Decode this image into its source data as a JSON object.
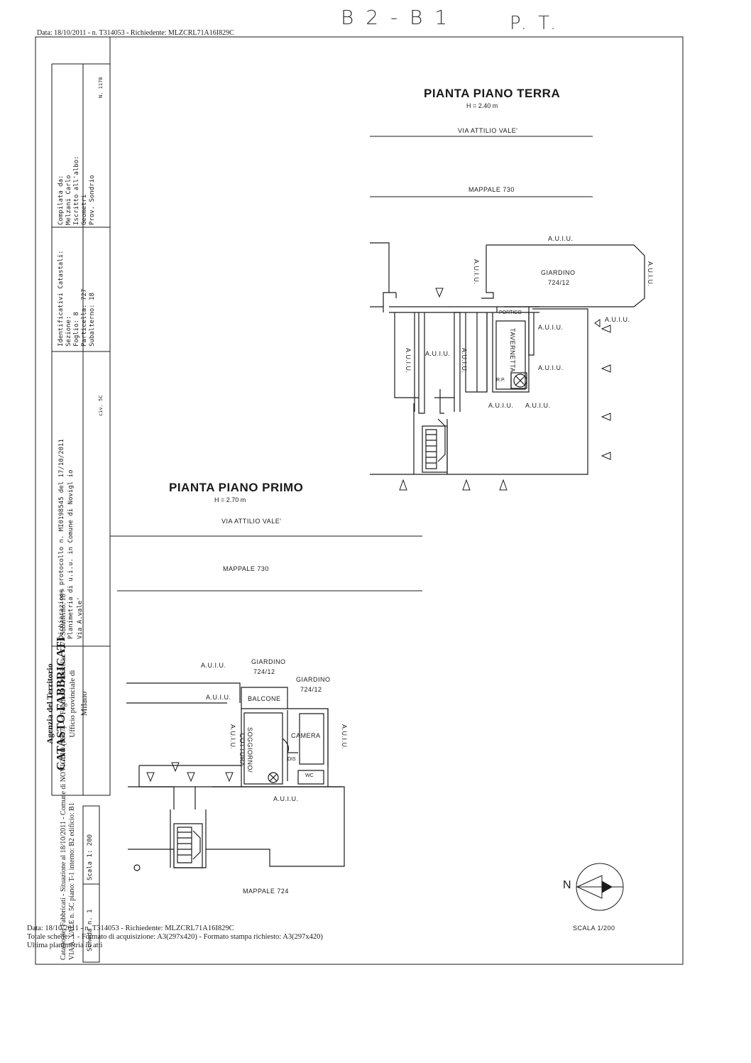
{
  "handwritten": {
    "code": "B 2 - B 1",
    "floor": "P. T."
  },
  "header": {
    "top_line": "Data: 18/10/2011 - n. T314053 - Richiedente: MLZCRL71A16I829C"
  },
  "left_panel": {
    "agency_line1": "Agenzia del Territorio",
    "agency_line2": "CATASTO FABBRICATI",
    "agency_line3": "Ufficio provinciale di",
    "agency_line4": "Milano",
    "declaration_line1": "Dichiarazione protocollo n. MI0198545 del 17/10/2011",
    "declaration_line2": "Planimetria di u.i.u. in Comune di Novigl io",
    "declaration_line3": "Via A.vale'",
    "civ_label": "civ. 5C",
    "ids_title": "Identificativi Catastali:",
    "ids_line1": "Sezione:",
    "ids_line2": "Foglio: 8",
    "ids_line3": "Particella: 727",
    "ids_line4": "Subalterno: 18",
    "compilata_title": "Compilata da:",
    "compilata_line1": "Melzani Carlo",
    "compilata_line2": "Iscritto all'albo:",
    "compilata_line3": "Geometri",
    "compilata_line4": "Prov. Sondrio",
    "compilata_number": "N. 1178",
    "scala_label": "Scala 1: 200",
    "scheda_label": "Scheda n. 1",
    "side_line1": "Catasto dei Fabbricati - Situazione al 18/10/2011 - Comune di NOVIGLIO (F967) - < Foglio: 8 - Particella: 727 - Subalterno: 18 >",
    "side_line2": "VIA A. VALE n. 5C piano: T-1 interno: B2 edificio: B1"
  },
  "plans": {
    "ground": {
      "title": "PIANTA PIANO TERRA",
      "height": "H = 2.40 m",
      "street": "VIA ATTILIO VALE'",
      "mappale": "MAPPALE 730",
      "giardino": "GIARDINO",
      "giardino_ref": "724/12",
      "porch": "PORTICO",
      "tavernetta": "TAVERNETTA",
      "rp": "R.P.",
      "auiu": "A.U.I.U."
    },
    "first": {
      "title": "PIANTA PIANO PRIMO",
      "height": "H = 2.70 m",
      "street": "VIA ATTILIO VALE'",
      "mappale": "MAPPALE 730",
      "giardino": "GIARDINO",
      "giardino_ref": "724/12",
      "balcone": "BALCONE",
      "soggiorno_line1": "SOGGIORNO/",
      "soggiorno_line2": "COTTURA",
      "camera": "CAMERA",
      "dis": "DIS",
      "wc": "WC",
      "auiu": "A.U.I.U.",
      "mappale_bottom": "MAPPALE 724"
    }
  },
  "compass": {
    "north": "N",
    "scale": "SCALA 1/200"
  },
  "footer": {
    "line1": "Data: 18/10/2011 - n. T314053 - Richiedente: MLZCRL71A16I829C",
    "line2": "Totale schede: 1 - Formato di acquisizione: A3(297x420) - Formato stampa richiesto: A3(297x420)",
    "line3": "Ultima planimetria in atti"
  },
  "colors": {
    "ink": "#1a1a1a",
    "paper": "#ffffff",
    "pencil": "#3a3a3a"
  }
}
